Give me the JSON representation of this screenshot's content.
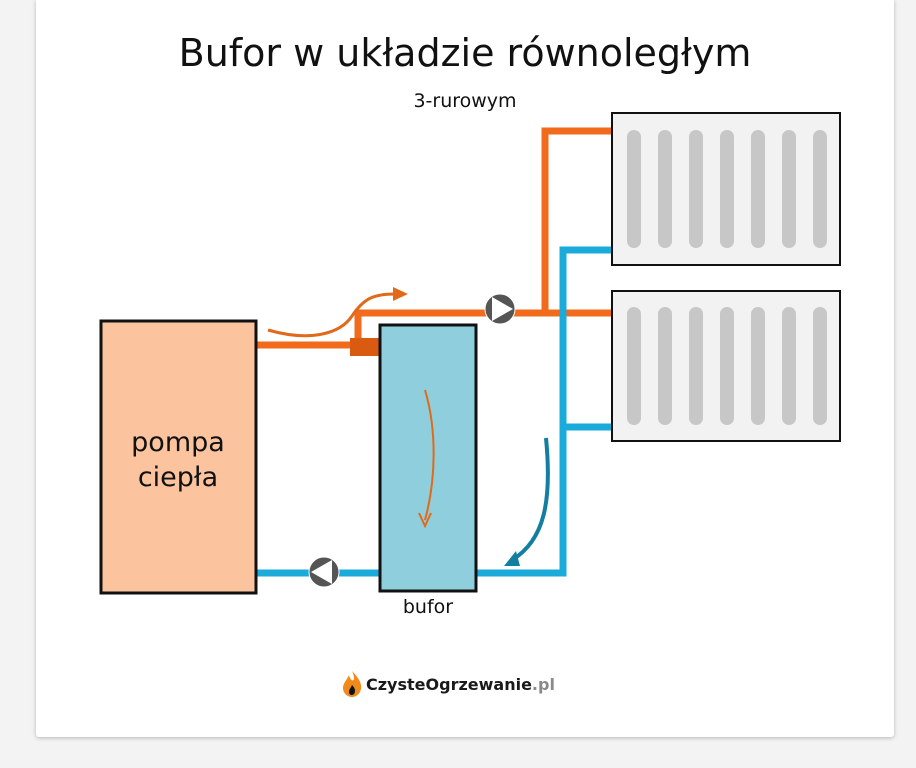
{
  "diagram": {
    "title": "Bufor w układzie równoległym",
    "subtitle": "3-rurowym",
    "heat_pump_label_line1": "pompa",
    "heat_pump_label_line2": "ciepła",
    "buffer_label": "bufor",
    "brand": {
      "name": "CzysteOgrzewanie",
      "tld": ".pl"
    },
    "colors": {
      "hot_pipe": "#f26a1b",
      "cold_pipe": "#1aabdb",
      "heat_pump_fill": "#fbc49f",
      "buffer_fill": "#8fcfdd",
      "radiator_fill": "#f2f2f2",
      "radiator_fin": "#c7c7c7",
      "pump_fill": "#555555",
      "flow_arrow_hot": "#e06a1a",
      "flow_arrow_cold": "#137fa0",
      "connector": "#d95b12"
    },
    "icons": [
      "flame-icon",
      "pump-icon"
    ]
  }
}
